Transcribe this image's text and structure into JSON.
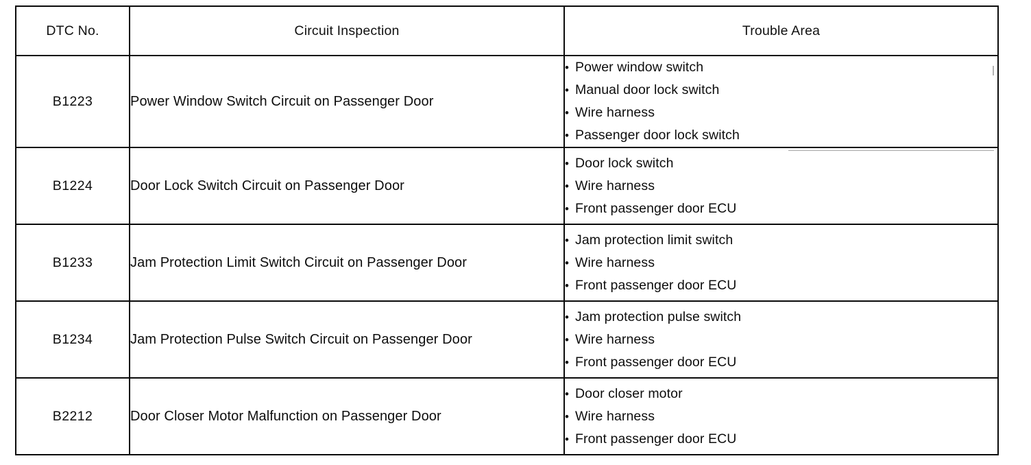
{
  "table": {
    "columns": [
      {
        "key": "dtc_no",
        "label": "DTC No."
      },
      {
        "key": "circuit_inspection",
        "label": "Circuit Inspection"
      },
      {
        "key": "trouble_area",
        "label": "Trouble Area"
      }
    ],
    "rows": [
      {
        "dtc_no": "B1223",
        "circuit_inspection": "Power Window Switch Circuit on Passenger Door",
        "trouble_area": [
          "Power window switch",
          "Manual door lock switch",
          "Wire harness",
          "Passenger door lock switch"
        ]
      },
      {
        "dtc_no": "B1224",
        "circuit_inspection": "Door Lock Switch Circuit on Passenger Door",
        "trouble_area": [
          "Door lock switch",
          "Wire harness",
          "Front passenger door ECU"
        ]
      },
      {
        "dtc_no": "B1233",
        "circuit_inspection": "Jam Protection Limit Switch Circuit on Passenger Door",
        "trouble_area": [
          "Jam protection limit switch",
          "Wire harness",
          "Front passenger door ECU"
        ]
      },
      {
        "dtc_no": "B1234",
        "circuit_inspection": "Jam Protection Pulse Switch Circuit on Passenger Door",
        "trouble_area": [
          "Jam protection pulse switch",
          "Wire harness",
          "Front passenger door ECU"
        ]
      },
      {
        "dtc_no": "B2212",
        "circuit_inspection": "Door Closer Motor Malfunction on Passenger Door",
        "trouble_area": [
          "Door closer motor",
          "Wire harness",
          "Front passenger door ECU"
        ]
      }
    ]
  },
  "glyphs": {
    "bullet": "•"
  },
  "colors": {
    "border": "#000000",
    "text": "#000000",
    "background": "#ffffff"
  }
}
